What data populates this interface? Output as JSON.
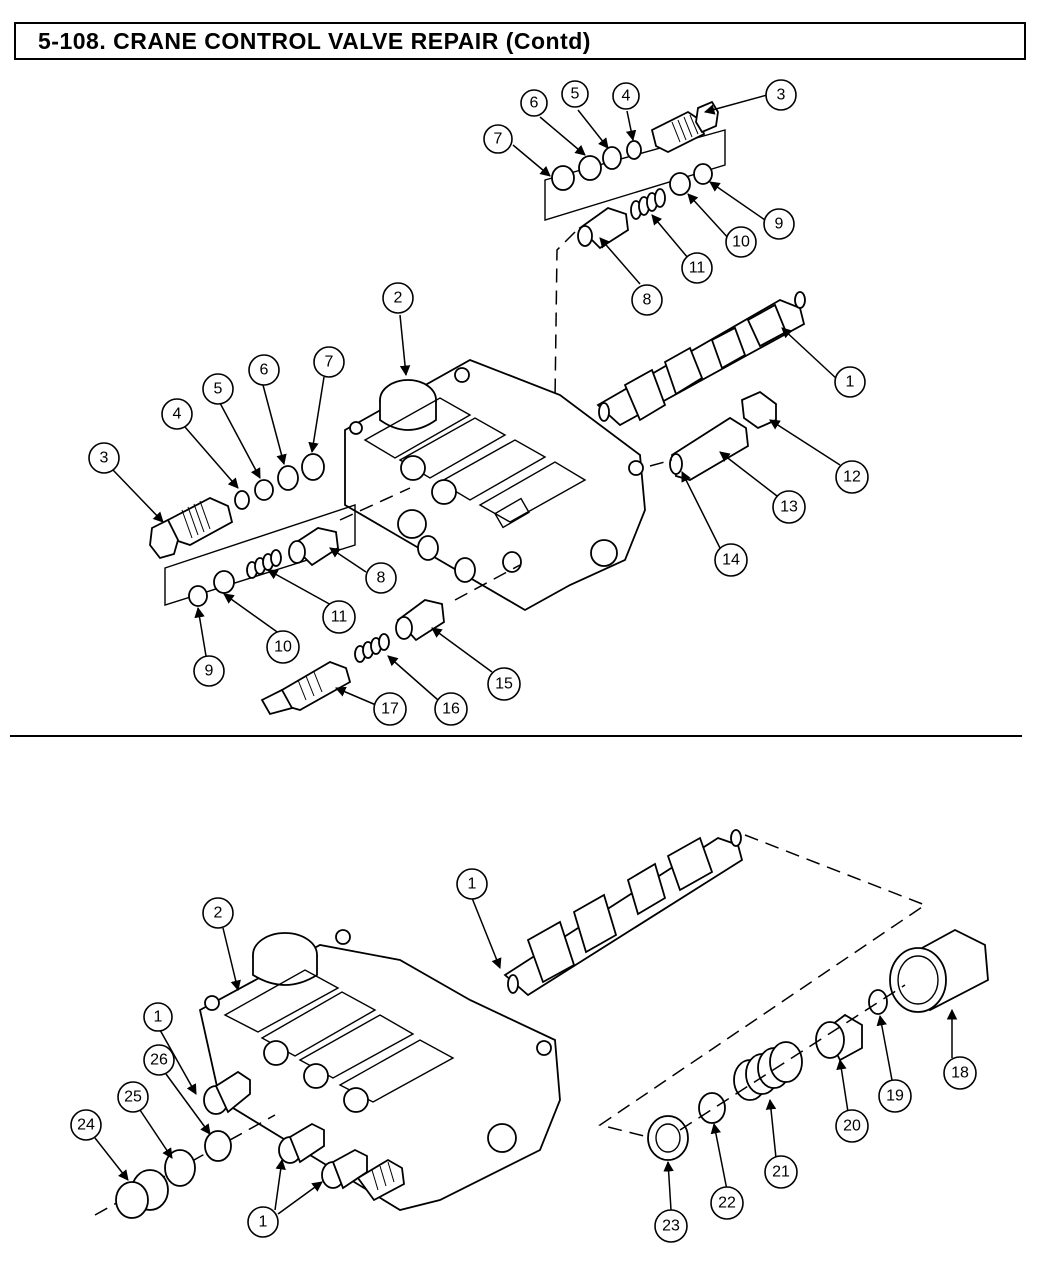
{
  "header": {
    "title": "5-108. CRANE CONTROL VALVE REPAIR (Contd)"
  },
  "top_view": {
    "callouts": [
      "1",
      "2",
      "3",
      "4",
      "5",
      "6",
      "7",
      "8",
      "9",
      "10",
      "11",
      "3",
      "4",
      "5",
      "6",
      "7",
      "8",
      "9",
      "10",
      "11",
      "12",
      "13",
      "14",
      "15",
      "16",
      "17"
    ]
  },
  "bottom_view": {
    "callouts": [
      "1",
      "2",
      "1",
      "26",
      "25",
      "24",
      "1",
      "18",
      "19",
      "20",
      "21",
      "22",
      "23"
    ]
  },
  "colors": {
    "line": "#000000",
    "background": "#ffffff"
  }
}
